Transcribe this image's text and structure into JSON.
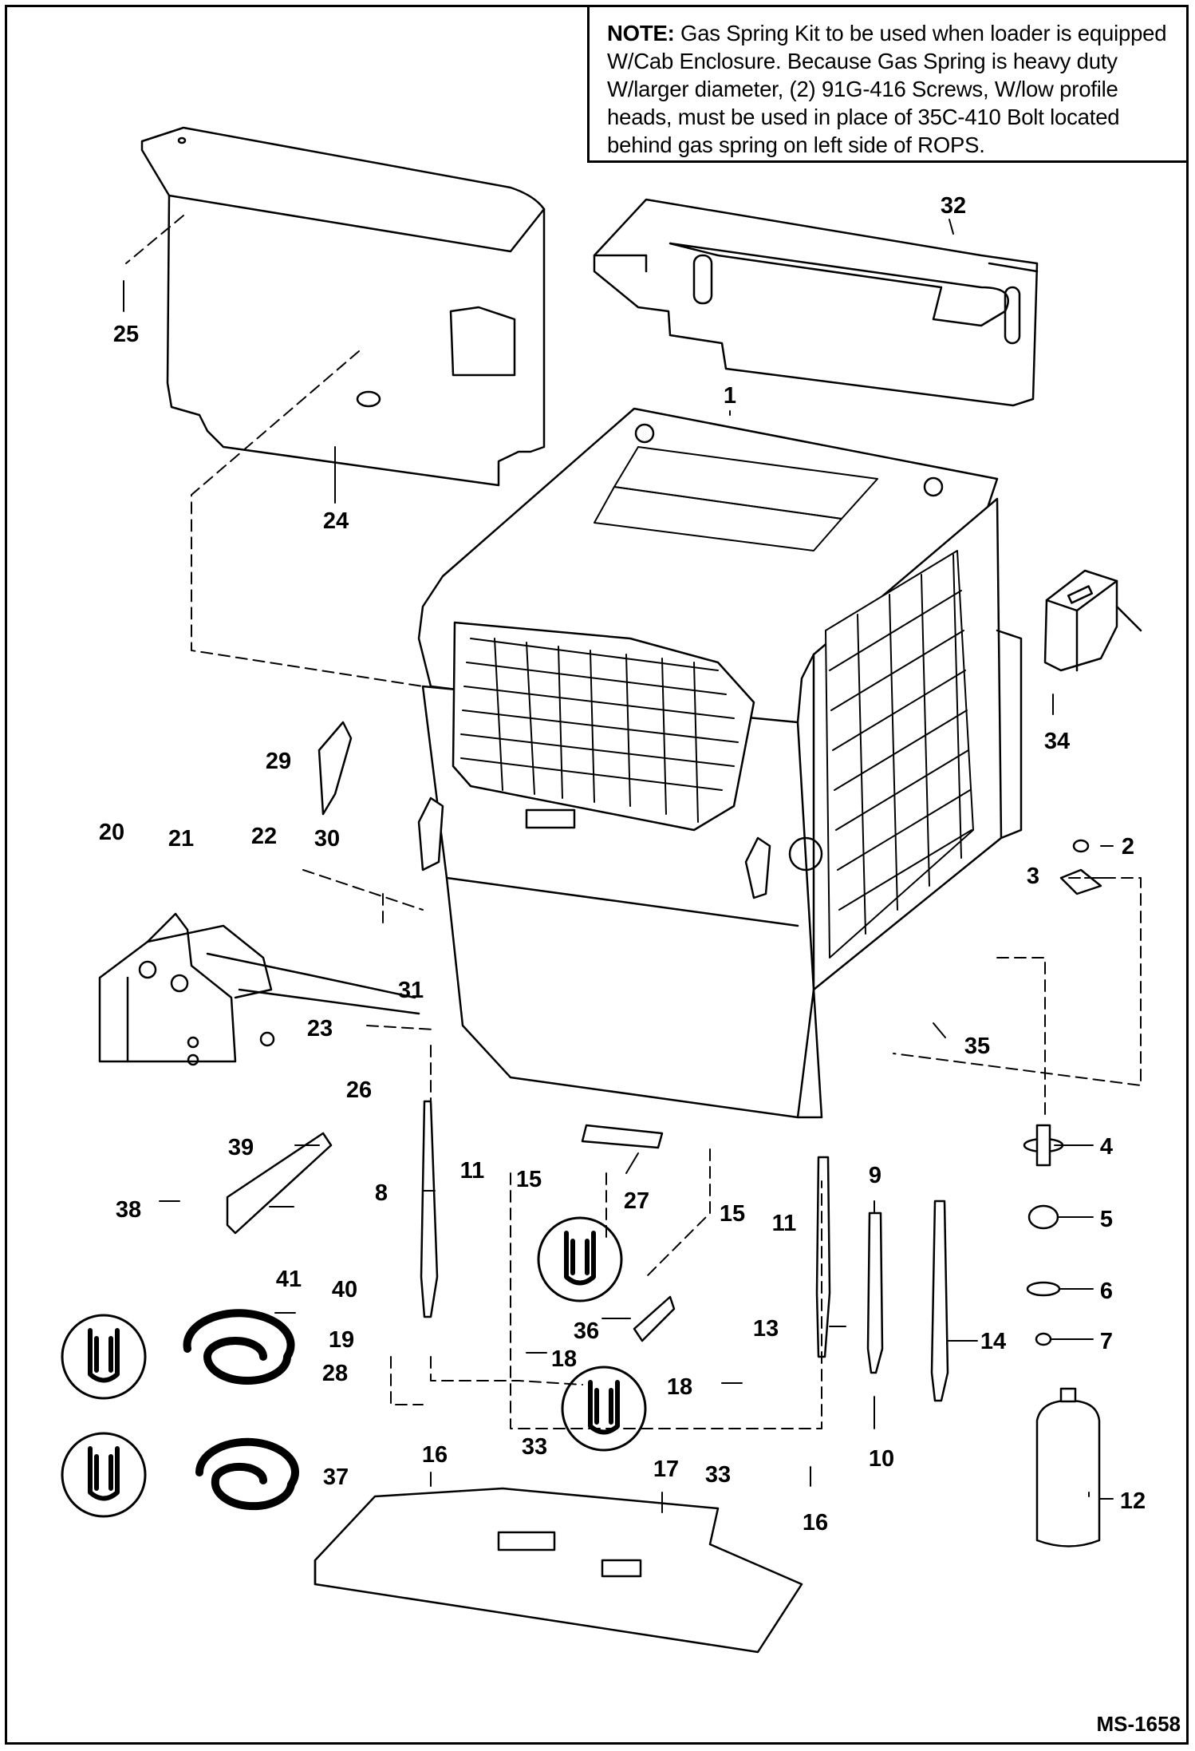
{
  "note": {
    "label": "NOTE:",
    "text": "Gas Spring Kit to be used when loader is equipped W/Cab Enclosure. Because Gas Spring is heavy duty W/larger diameter, (2) 91G-416 Screws, W/low profile heads, must be used in place of 35C-410 Bolt located behind gas spring on left side of ROPS."
  },
  "drawing_number": "MS-1658",
  "callouts": {
    "c1": "1",
    "c2": "2",
    "c3": "3",
    "c4": "4",
    "c5": "5",
    "c6": "6",
    "c7": "7",
    "c8": "8",
    "c9": "9",
    "c10": "10",
    "c11a": "11",
    "c11b": "11",
    "c12": "12",
    "c13": "13",
    "c14": "14",
    "c15a": "15",
    "c15b": "15",
    "c16a": "16",
    "c16b": "16",
    "c17": "17",
    "c18a": "18",
    "c18b": "18",
    "c19": "19",
    "c20": "20",
    "c21": "21",
    "c22": "22",
    "c23": "23",
    "c24": "24",
    "c25": "25",
    "c26": "26",
    "c27": "27",
    "c28": "28",
    "c29": "29",
    "c30": "30",
    "c31": "31",
    "c32": "32",
    "c33a": "33",
    "c33b": "33",
    "c34": "34",
    "c35": "35",
    "c36": "36",
    "c37": "37",
    "c38": "38",
    "c39": "39",
    "c40": "40",
    "c41": "41"
  },
  "icons": [
    "unit-u-icon"
  ]
}
